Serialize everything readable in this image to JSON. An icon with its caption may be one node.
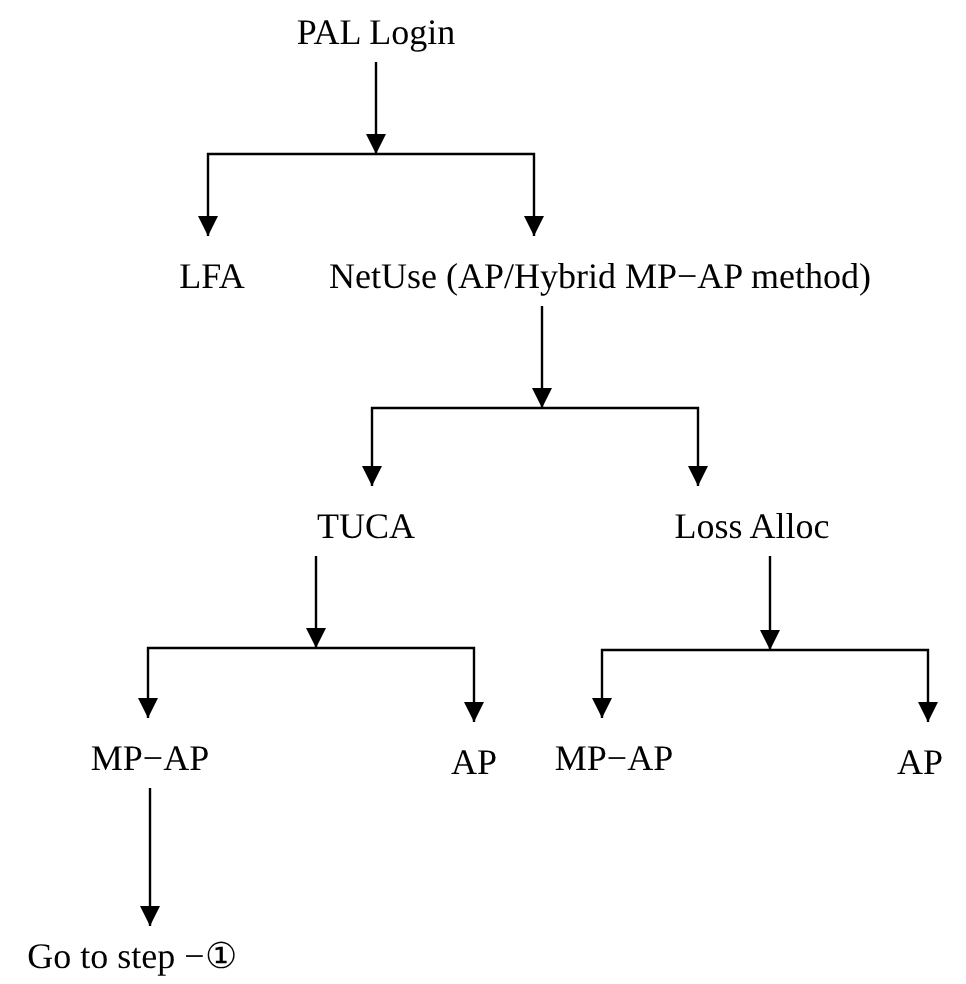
{
  "diagram": {
    "nodes": [
      {
        "text": [
          "PAL Login"
        ]
      },
      {
        "text": [
          "LFA"
        ]
      },
      {
        "text": [
          "NetUse (AP/Hybrid MP−AP method)"
        ]
      },
      {
        "text": [
          "TUCA"
        ]
      },
      {
        "text": [
          "Loss Alloc"
        ]
      },
      {
        "text": [
          "MP−AP"
        ]
      },
      {
        "text": [
          "AP"
        ]
      },
      {
        "text": [
          "MP−AP"
        ]
      },
      {
        "text": [
          "AP"
        ]
      },
      {
        "text": [
          "Go to step −①"
        ]
      }
    ],
    "edges": [
      {
        "from": 0,
        "to": 1,
        "arrow": "to"
      },
      {
        "from": 0,
        "to": 2,
        "arrow": "to"
      },
      {
        "from": 2,
        "to": 3,
        "arrow": "to"
      },
      {
        "from": 2,
        "to": 4,
        "arrow": "to"
      },
      {
        "from": 3,
        "to": 5,
        "arrow": "to"
      },
      {
        "from": 3,
        "to": 6,
        "arrow": "to"
      },
      {
        "from": 4,
        "to": 7,
        "arrow": "to"
      },
      {
        "from": 4,
        "to": 8,
        "arrow": "to"
      },
      {
        "from": 5,
        "to": 9,
        "arrow": "to"
      }
    ]
  }
}
